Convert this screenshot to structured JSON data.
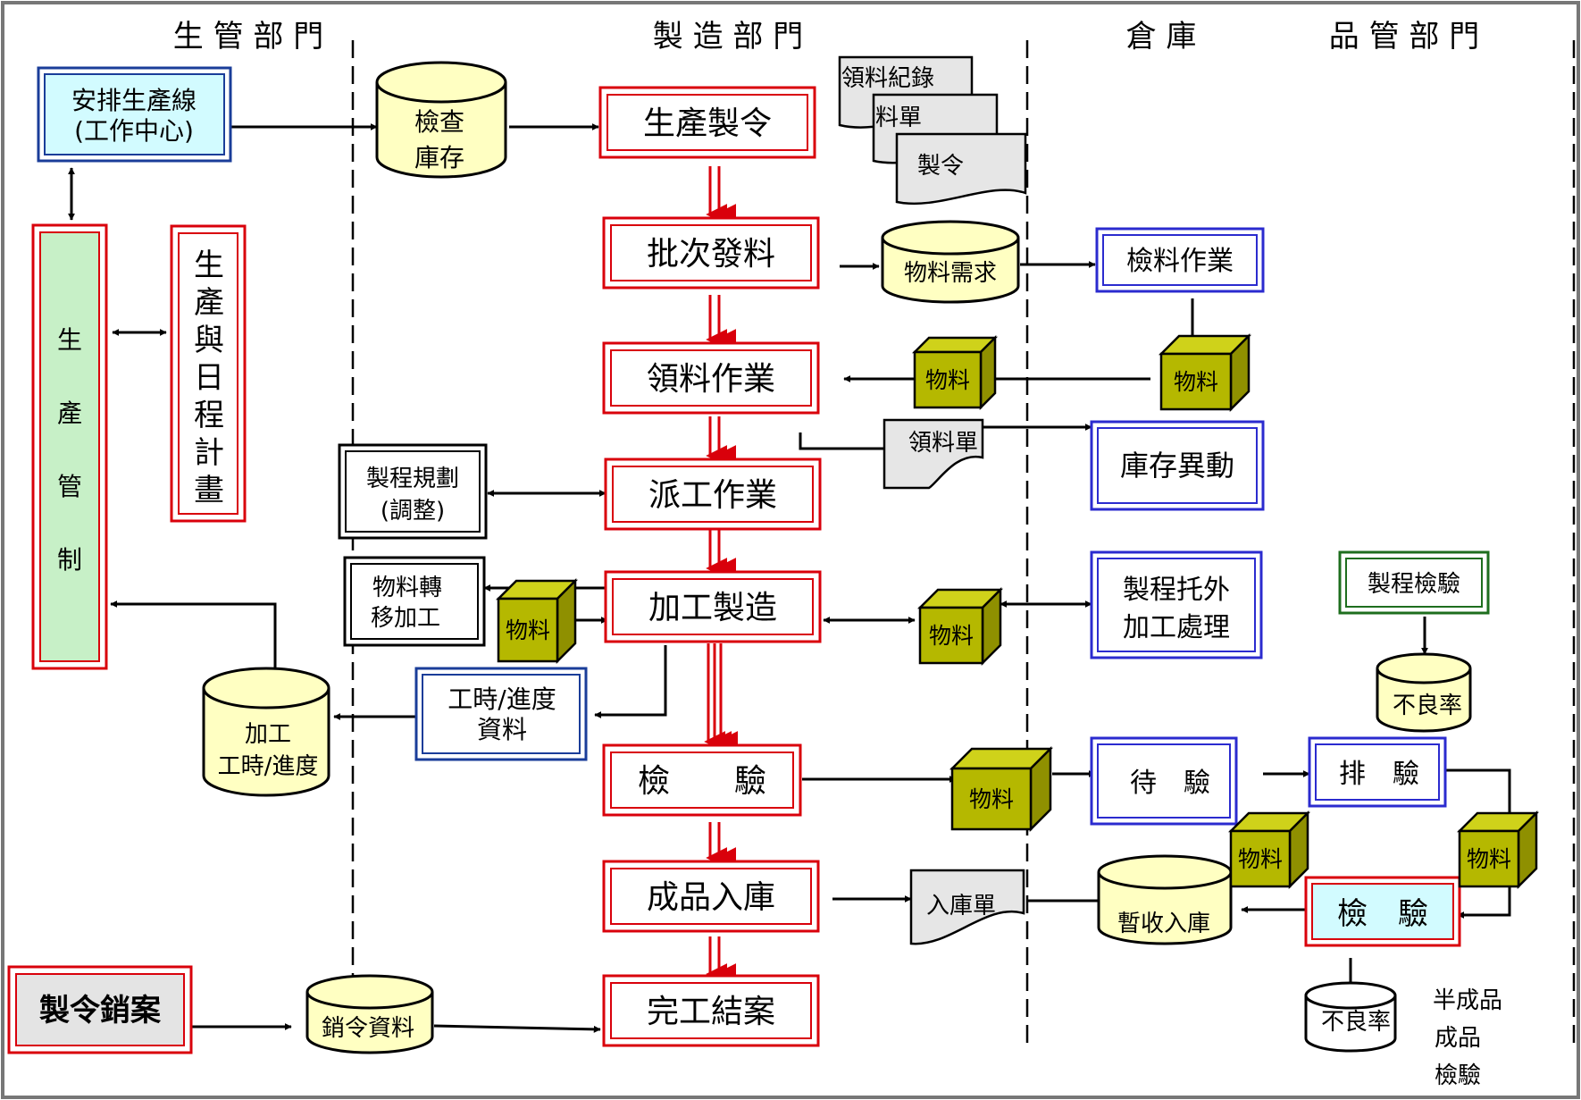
{
  "departments": {
    "production_control": "生 管 部 門",
    "manufacturing": "製 造 部 門",
    "warehouse": "倉 庫",
    "quality_control": "品 管 部 門"
  },
  "production_control": {
    "arrange_line": [
      "安排生產線",
      "(工作中心)"
    ],
    "control_chars": [
      "生",
      "產",
      "管",
      "制"
    ],
    "schedule_chars": [
      "生",
      "產",
      "與",
      "日",
      "程",
      "計",
      "畫"
    ],
    "hours_db": [
      "加工",
      "工時/進度"
    ],
    "order_close": "製令銷案"
  },
  "manufacturing": {
    "inventory_check": [
      "檢查",
      "庫存"
    ],
    "main_steps": [
      "生產製令",
      "批次發料",
      "領料作業",
      "派工作業",
      "加工製造",
      "檢　　驗",
      "成品入庫",
      "完工結案"
    ],
    "documents": [
      "領料紀錄",
      "料單",
      "製令"
    ],
    "material_demand": "物料需求",
    "issue_slip": "領料單",
    "process_plan": [
      "製程規劃",
      "(調整)"
    ],
    "material_transfer": [
      "物料轉",
      "移加工"
    ],
    "hours_data": [
      "工時/進度",
      "資料"
    ],
    "close_data": "銷令資料",
    "receipt_slip": "入庫單"
  },
  "warehouse": {
    "material_check": "檢料作業",
    "inventory_change": "庫存異動",
    "outsource": [
      "製程托外",
      "加工處理"
    ],
    "pending_inspection": "待　驗",
    "temp_receipt": "暫收入庫"
  },
  "quality_control": {
    "process_inspection": "製程檢驗",
    "defect_rate": "不良率",
    "schedule_inspection": "排　驗",
    "inspection": "檢　驗",
    "defect_rate_2": "不良率",
    "notes": [
      "半成品",
      "成品",
      "檢驗"
    ]
  },
  "material_label": "物料",
  "colors": {
    "red": "#d9000b",
    "blue": "#2b2bcf",
    "navy": "#1a3d99",
    "green": "#1e6e1e",
    "db_fill": "#ffffc2",
    "cube_front": "#b5b800",
    "cube_top": "#cfd21a",
    "cube_side": "#8f9000",
    "doc_fill": "#e6e6e6",
    "control_fill": "#c7f0c7",
    "cyan_fill": "#d2fbff",
    "order_fill": "#e4e4e4"
  }
}
